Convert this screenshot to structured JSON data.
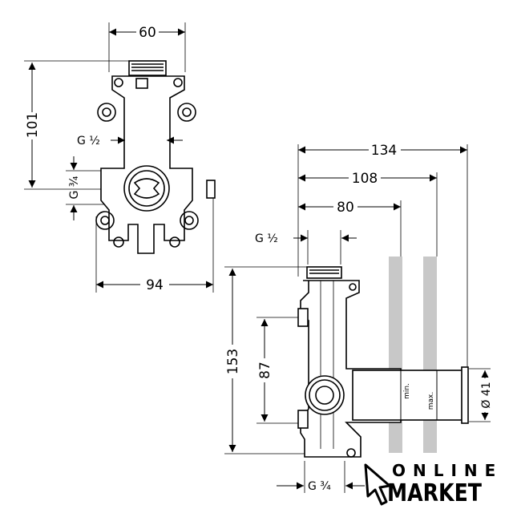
{
  "front_view": {
    "width_top": "60",
    "height": "101",
    "outlet_thread": "G ½",
    "inlet_thread": "G ¾",
    "width_bottom": "94"
  },
  "side_view": {
    "depth_total": "134",
    "depth_mid": "108",
    "depth_min": "80",
    "outlet_thread": "G ½",
    "height_total": "153",
    "height_outlet": "87",
    "diameter": "Ø 41",
    "min_label": "min.",
    "max_label": "max.",
    "inlet_thread": "G ¾"
  },
  "logo": {
    "line1": "ONLINE",
    "line2": "MARKET"
  },
  "colors": {
    "line": "#000000",
    "wall": "#c8c8c8"
  }
}
